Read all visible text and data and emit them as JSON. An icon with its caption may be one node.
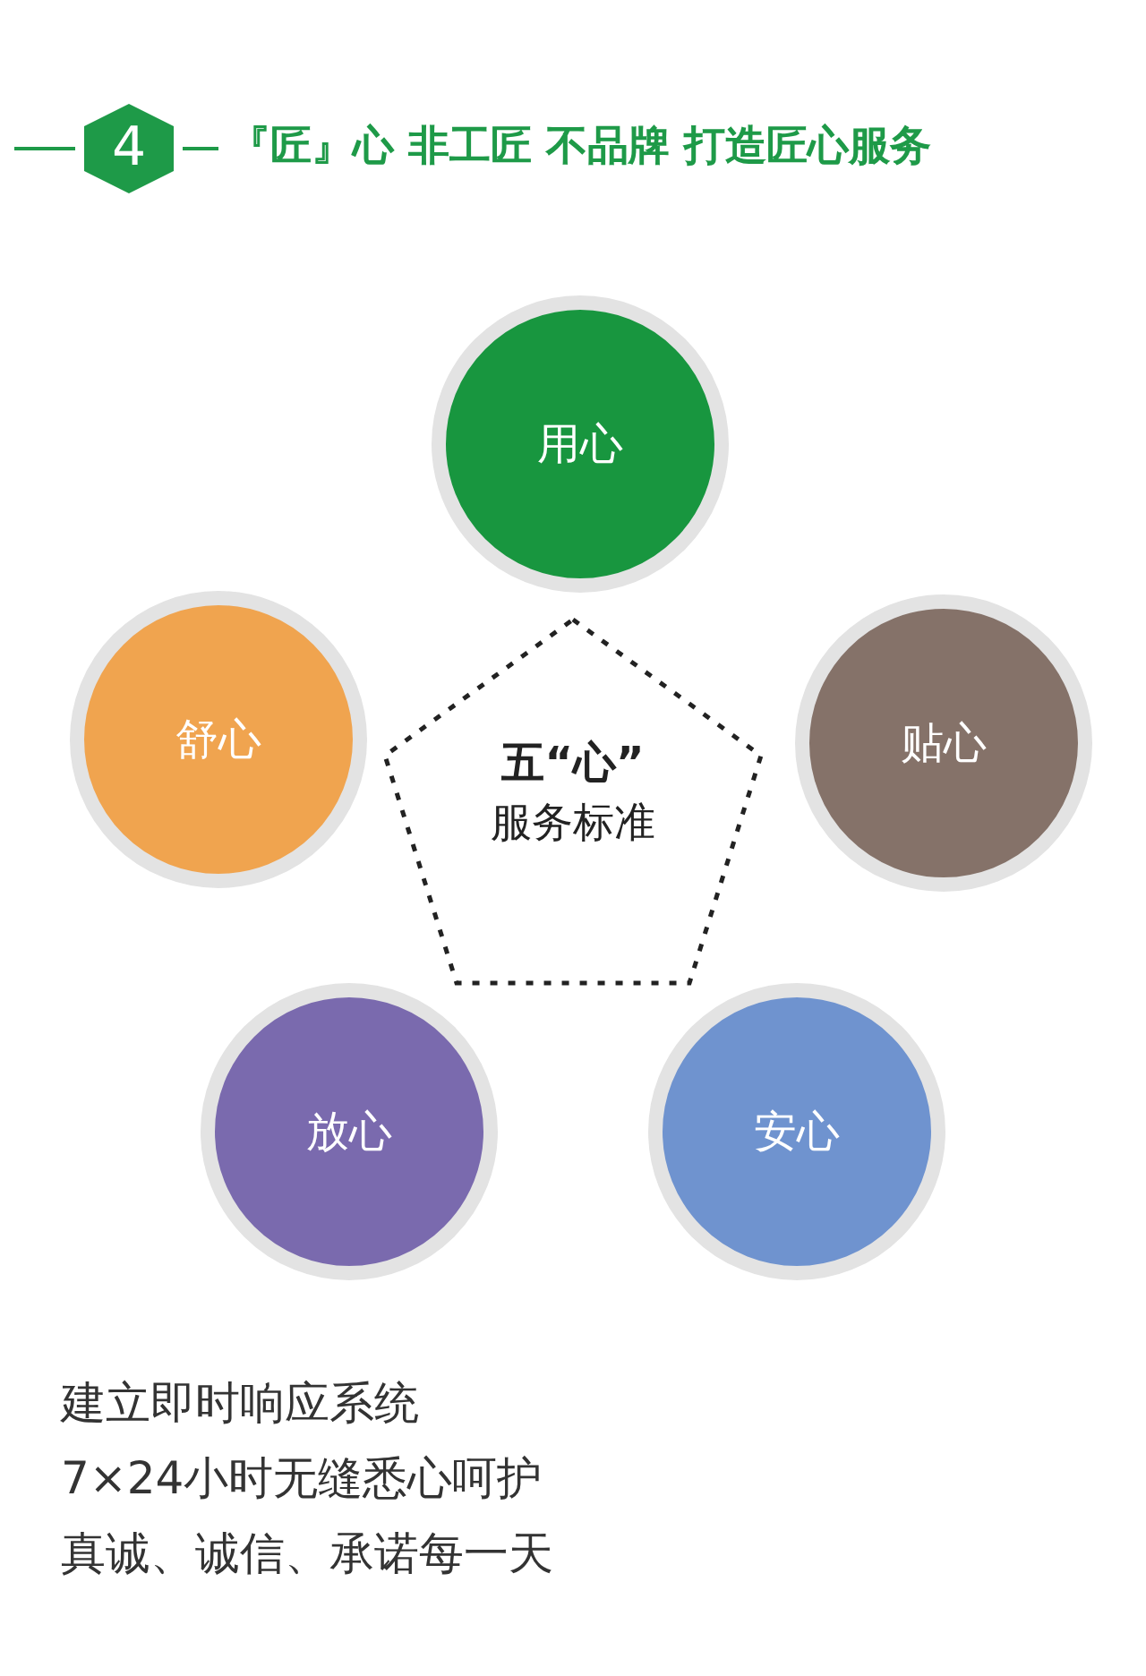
{
  "diagram": {
    "title": "『匠』心 非工匠 不品牌 打造匠心服务",
    "nodes": [
      {
        "text": [
          "用心"
        ]
      },
      {
        "text": [
          "舒心"
        ]
      },
      {
        "text": [
          "五“心”",
          "服务标准"
        ]
      },
      {
        "text": [
          "贴心"
        ]
      },
      {
        "text": [
          "放心"
        ]
      },
      {
        "text": [
          "安心"
        ]
      }
    ],
    "labels": [
      "4",
      "建立即时响应系统",
      "7×24小时无缝悉心呵护",
      "真诚、诚信、承诺每一天"
    ]
  }
}
